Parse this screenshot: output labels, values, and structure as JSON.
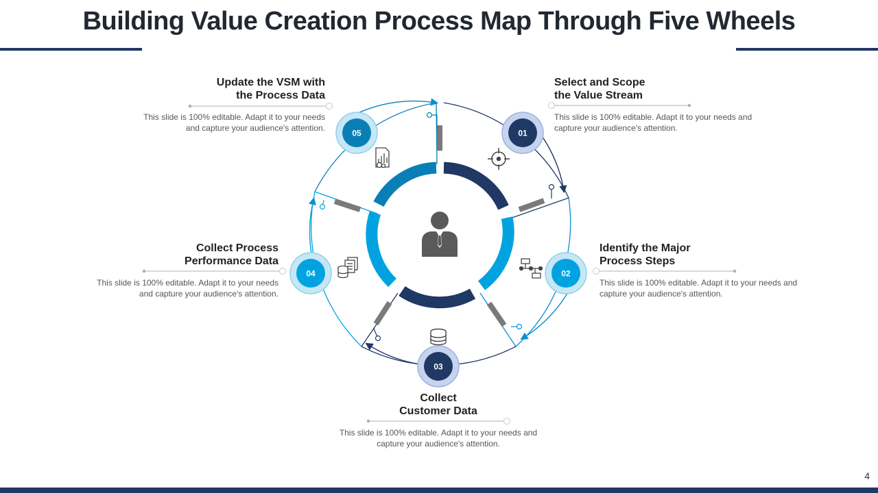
{
  "slide": {
    "title": "Building Value Creation Process Map Through Five Wheels",
    "page_number": "4"
  },
  "colors": {
    "navy": "#1f3864",
    "blue": "#00a3e0",
    "teal": "#0a7fb5",
    "light_blue": "#c6e7f5",
    "grey": "#7a7a7a"
  },
  "steps": [
    {
      "number": "01",
      "heading_line1": "Select and Scope",
      "heading_line2": "the Value Stream",
      "desc_line1": "This slide is 100% editable. Adapt it to your needs and",
      "desc_line2": "capture your audience's attention.",
      "icon": "target-icon"
    },
    {
      "number": "02",
      "heading_line1": "Identify the Major",
      "heading_line2": "Process Steps",
      "desc_line1": "This slide is 100% editable. Adapt it to your needs and",
      "desc_line2": "capture your audience's attention.",
      "icon": "flowchart-icon"
    },
    {
      "number": "03",
      "heading_line1": "Collect",
      "heading_line2": "Customer Data",
      "desc_line1": "This slide is 100% editable. Adapt it to your needs and",
      "desc_line2": "capture your audience's attention.",
      "icon": "database-icon"
    },
    {
      "number": "04",
      "heading_line1": "Collect Process",
      "heading_line2": "Performance Data",
      "desc_line1": "This slide is 100% editable. Adapt it to your needs",
      "desc_line2": "and capture your audience's attention.",
      "icon": "documents-icon"
    },
    {
      "number": "05",
      "heading_line1": "Update the VSM with",
      "heading_line2": "the Process Data",
      "desc_line1": "This slide is 100% editable. Adapt it to your needs",
      "desc_line2": "and capture your audience's attention.",
      "icon": "report-chart-icon"
    }
  ],
  "center_icon": "person-icon"
}
